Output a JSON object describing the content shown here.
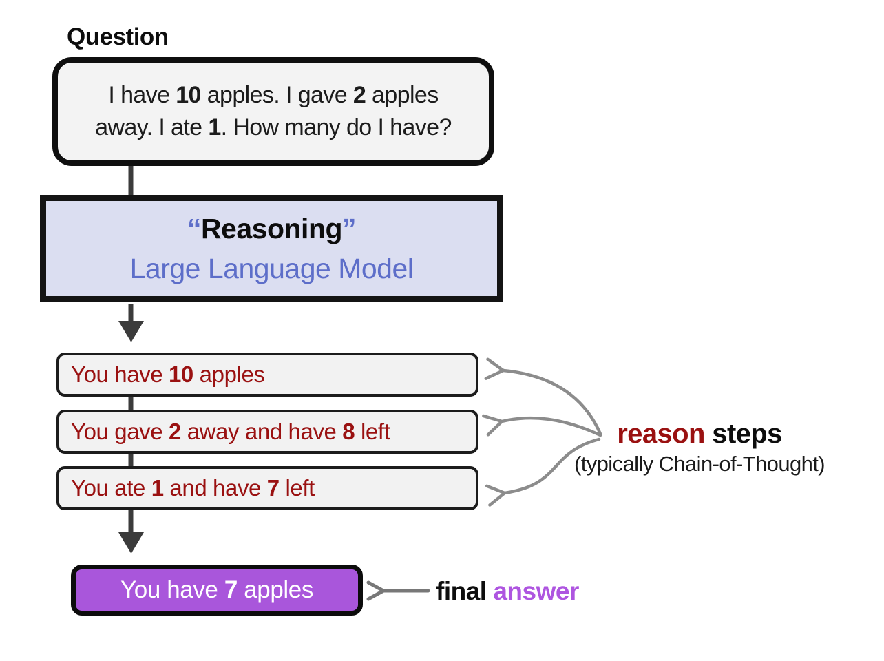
{
  "diagram_title": "Reasoning LLM chain-of-thought flow",
  "colors": {
    "box_gray_bg": "#f2f2f2",
    "border_black": "#0f0f0f",
    "llm_lavender_bg": "#dbdef1",
    "periwinkle_text": "#5d6ec9",
    "dark_red_text": "#9a1111",
    "final_purple_bg": "#a956db",
    "answer_purple_text": "#ae55e0",
    "curved_arrow_gray": "#8c8c8c",
    "flow_arrow_dark": "#3b3b3b"
  },
  "question": {
    "label": "Question",
    "line1": {
      "s1": "I have ",
      "n1": "10",
      "s2": " apples. I gave ",
      "n2": "2",
      "s3": " apples"
    },
    "line2": {
      "s1": "away. I ate ",
      "n1": "1",
      "s2": ". How many do I have?"
    }
  },
  "llm": {
    "open_quote": "“",
    "title": "Reasoning",
    "close_quote": "”",
    "subtitle": "Large Language Model"
  },
  "steps": [
    {
      "s1": "You have ",
      "n1": "10",
      "s2": " apples",
      "n2": "",
      "s3": ""
    },
    {
      "s1": "You gave ",
      "n1": "2",
      "s2": " away and have ",
      "n2": "8",
      "s3": " left"
    },
    {
      "s1": "You ate ",
      "n1": "1",
      "s2": " and have ",
      "n2": "7",
      "s3": " left"
    }
  ],
  "final_box": {
    "s1": "You have ",
    "n1": "7",
    "s2": " apples"
  },
  "annotations": {
    "reason_steps": {
      "highlight": "reason",
      "rest": " steps",
      "subtitle": "(typically Chain-of-Thought)"
    },
    "final_answer": {
      "black": "final",
      "purple": " answer"
    }
  }
}
